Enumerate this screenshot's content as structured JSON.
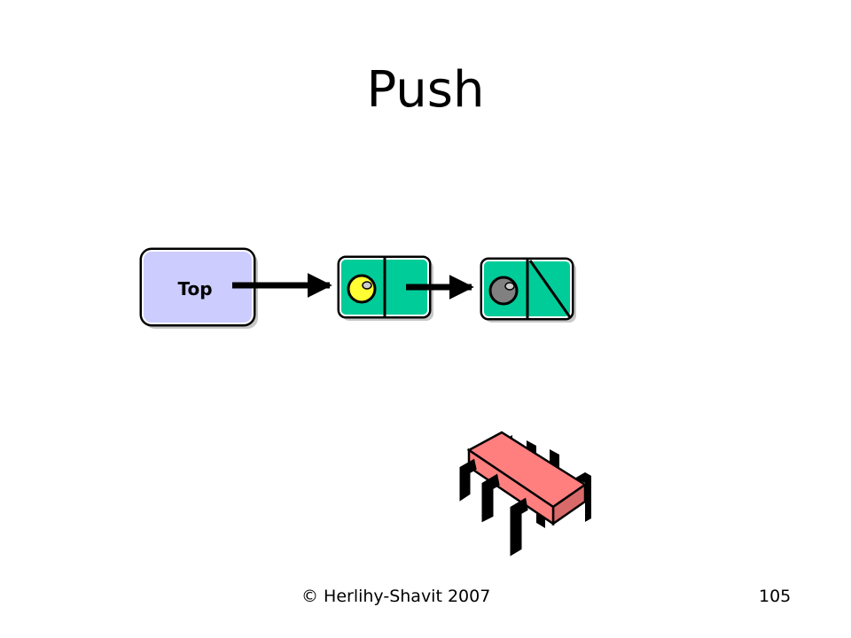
{
  "slide": {
    "title": "Push",
    "copyright": "© Herlihy-Shavit 2007",
    "page_number": "105"
  },
  "diagram": {
    "top_label": "Top",
    "colors": {
      "top_box_fill": "#ccccff",
      "node_fill": "#00cc99",
      "new_value_fill": "#ffff33",
      "old_value_fill": "#808080",
      "thread_fill": "#ff7f7f",
      "outline": "#000000"
    },
    "icons": [
      "thread-chip-icon"
    ]
  }
}
